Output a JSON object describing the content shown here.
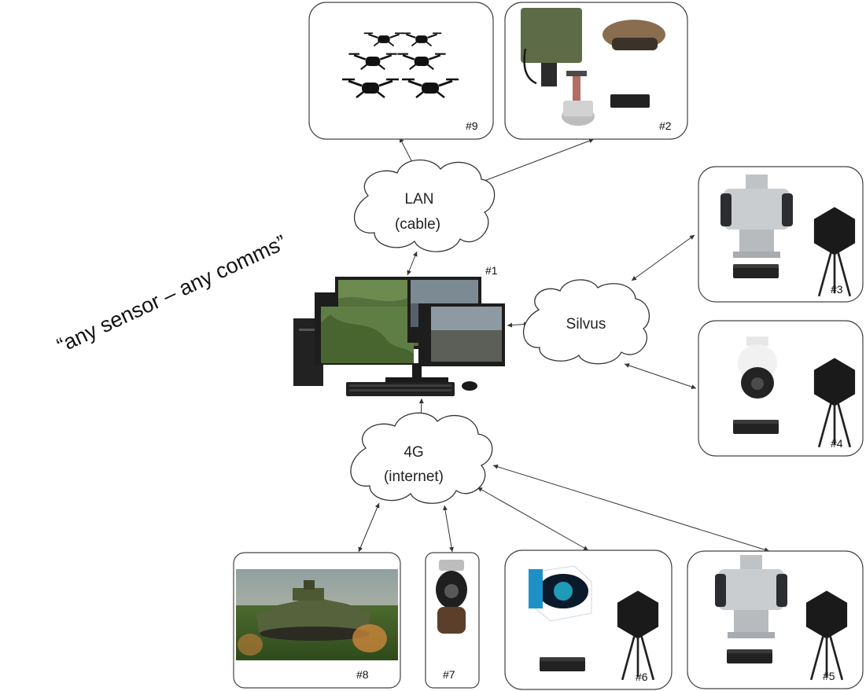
{
  "slogan": "“any sensor – any comms”",
  "networks": {
    "lan": {
      "line1": "LAN",
      "line2": "(cable)"
    },
    "silvus": {
      "line1": "Silvus"
    },
    "fourg": {
      "line1": "4G",
      "line2": "(internet)"
    }
  },
  "nodes": {
    "n1": "#1",
    "n2": "#2",
    "n3": "#3",
    "n4": "#4",
    "n5": "#5",
    "n6": "#6",
    "n7": "#7",
    "n8": "#8",
    "n9": "#9"
  },
  "icons": {
    "n9": "drone-swarm-icon",
    "n2": "radar-sensor-set-icon",
    "n3": "ptz-camera-with-radio-icon",
    "n4": "dome-camera-with-radio-icon",
    "n5": "ptz-camera-with-radio-icon",
    "n6": "thermal-camera-with-radio-icon",
    "n7": "gimbal-camera-icon",
    "n8": "armored-vehicle-photo",
    "n1": "command-workstation-icon"
  }
}
